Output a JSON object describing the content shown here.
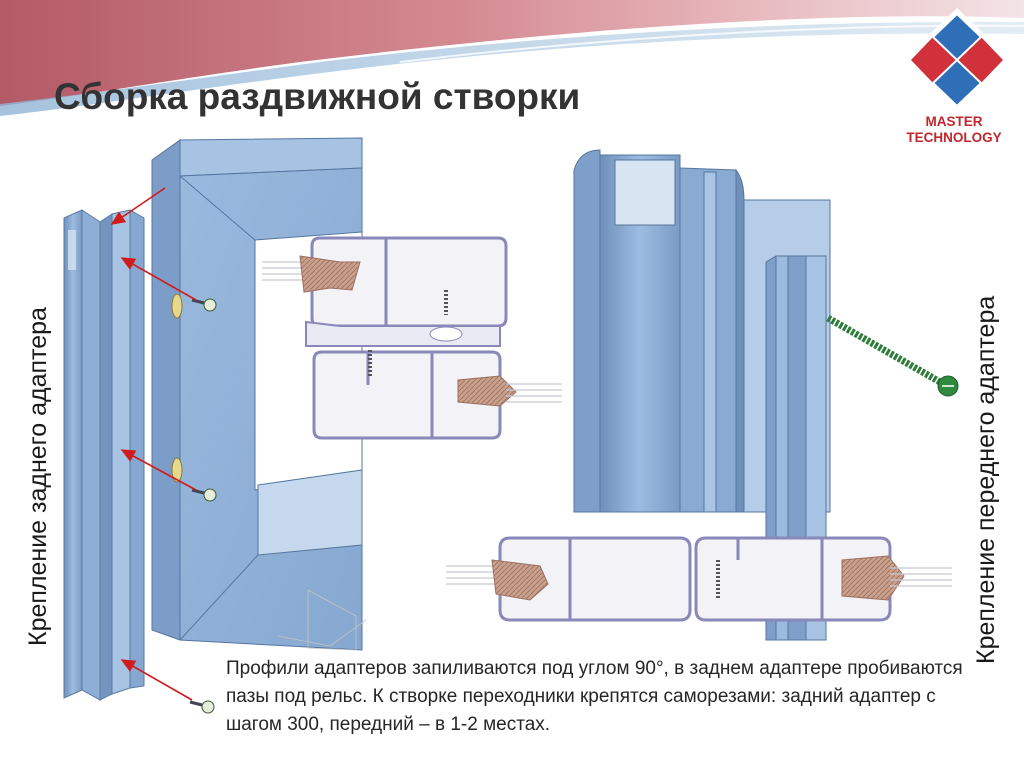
{
  "slide": {
    "title": "Сборка раздвижной створки",
    "logo": {
      "line1": "MASTER",
      "line2": "TECHNOLOGY"
    },
    "left_label": "Крепление заднего адаптера",
    "right_label": "Крепление переднего адаптера",
    "body_text": "Профили адаптеров запиливаются под углом 90°, в заднем адаптере пробиваются пазы под рельс. К створке переходники крепятся саморезами: задний адаптер с шагом 300, передний – в 1-2 местах."
  },
  "colors": {
    "profile_blue": "#93b3d8",
    "profile_dark": "#5f7fa6",
    "section_outline": "#8a88b8",
    "gasket": "#c9a08c",
    "arrow_red": "#d01c1c",
    "screw_green": "#2e7d3a",
    "logo_red": "#d0313a",
    "logo_blue": "#2f6fb8",
    "header_band": "#c9717c"
  }
}
